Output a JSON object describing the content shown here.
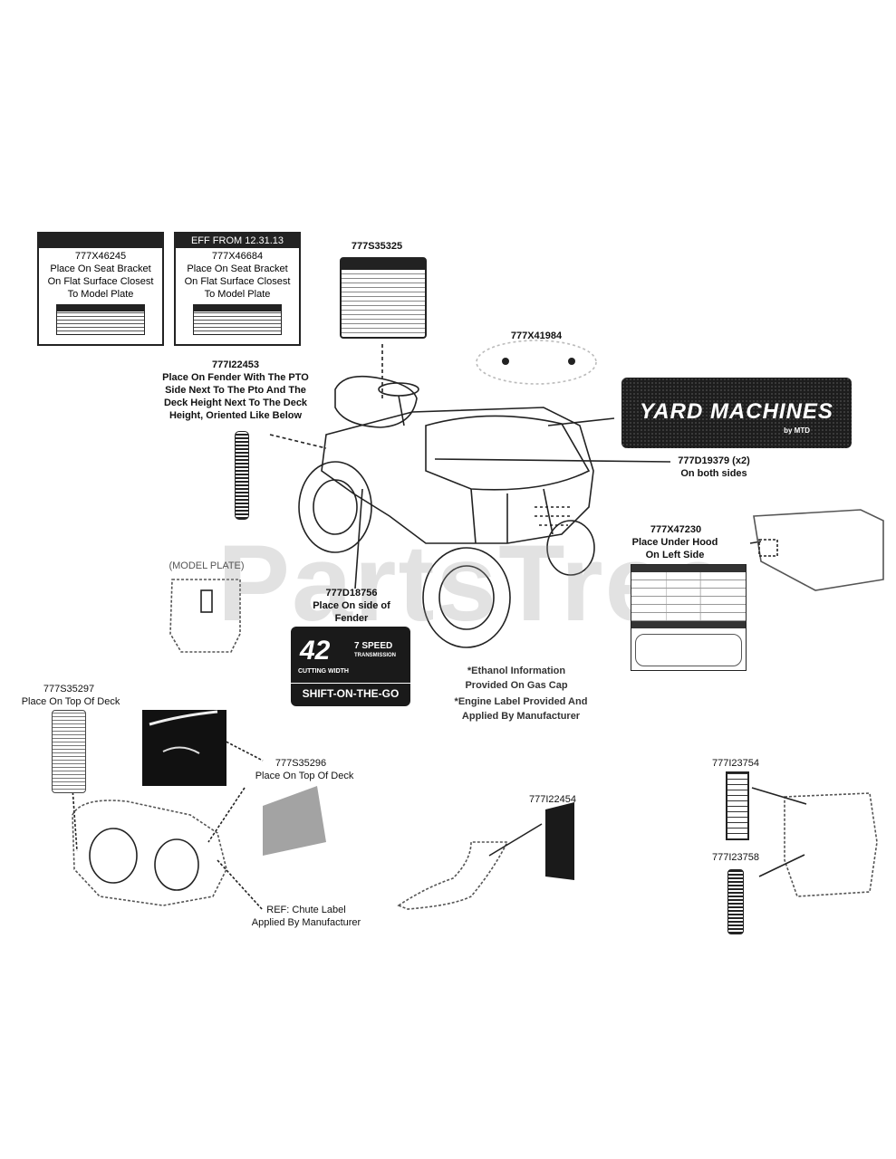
{
  "labels": {
    "x46245": {
      "part": "777X46245",
      "text1": "Place On Seat Bracket",
      "text2": "On Flat Surface Closest",
      "text3": "To Model Plate"
    },
    "x46684": {
      "eff": "EFF FROM 12.31.13",
      "part": "777X46684",
      "text1": "Place On Seat Bracket",
      "text2": "On Flat Surface Closest",
      "text3": "To Model Plate"
    },
    "s35325": {
      "part": "777S35325"
    },
    "x41984": {
      "part": "777X41984"
    },
    "i22453": {
      "part": "777I22453",
      "line1": "Place On Fender With The PTO",
      "line2": "Side Next To The Pto And The",
      "line3": "Deck Height Next To The Deck",
      "line4": "Height, Oriented Like Below"
    },
    "d19379": {
      "part": "777D19379 (x2)",
      "text": "On both sides"
    },
    "x47230": {
      "part": "777X47230",
      "line1": "Place Under Hood",
      "line2": "On Left Side"
    },
    "d18756": {
      "part": "777D18756",
      "line1": "Place On side of",
      "line2": "Fender"
    },
    "model_plate": "(MODEL PLATE)",
    "s35297": {
      "part": "777S35297",
      "text": "Place On Top Of Deck"
    },
    "s35296": {
      "part": "777S35296",
      "text": "Place On Top Of Deck"
    },
    "i22454": {
      "part": "777I22454"
    },
    "i23754": {
      "part": "777I23754"
    },
    "i23758": {
      "part": "777I23758"
    },
    "chute": {
      "line1": "REF: Chute Label",
      "line2": "Applied By Manufacturer"
    }
  },
  "notes": {
    "line1": "*Ethanol Information",
    "line2": "Provided On Gas Cap",
    "line3": "*Engine Label Provided And",
    "line4": "Applied By Manufacturer"
  },
  "decals": {
    "yard_machines": {
      "brand": "YARD MACHINES",
      "sub": "by MTD"
    },
    "deck42": {
      "number": "42",
      "speed": "7 SPEED",
      "transmission": "TRANSMISSION",
      "cutting": "CUTTING WIDTH",
      "shift": "SHIFT-ON-THE-GO"
    }
  },
  "watermark": "PartsTree"
}
